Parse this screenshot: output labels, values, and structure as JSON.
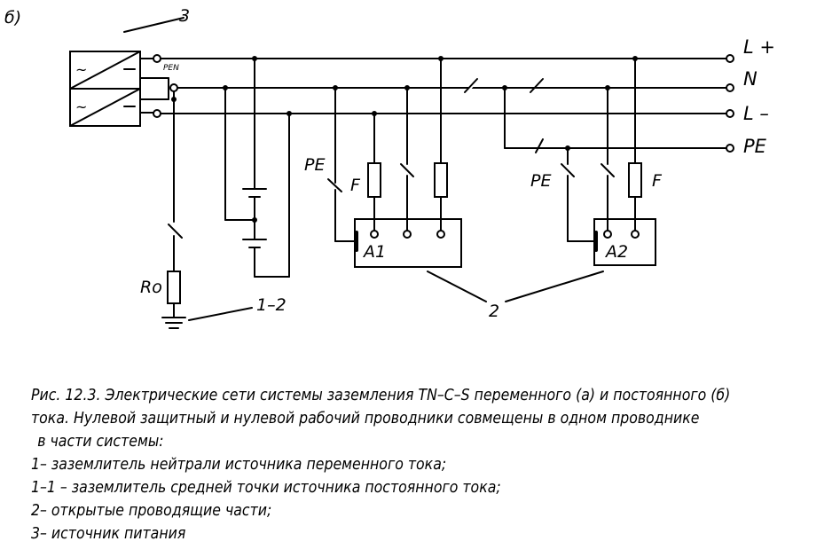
{
  "figure": {
    "part_label": "б)",
    "source_label": "3",
    "pen_label": "PEN",
    "lines": [
      "L +",
      "N",
      "L –",
      "PE"
    ],
    "ground_resistor_label": "Ro",
    "ground_label": "1–2",
    "pe_label_a1": "PE",
    "pe_label_a2": "PE",
    "fuse_label_a1": "F",
    "fuse_label_a2": "F",
    "device_1": "A1",
    "device_2": "A2",
    "exposed_parts_label": "2",
    "source_symbol": "~"
  },
  "caption": {
    "lines": [
      "Рис. 12.3. Электрические сети системы заземления TN–C–S переменного (а) и постоянного (б)",
      "тока. Нулевой защитный и нулевой рабочий проводники совмещены в одном проводнике",
      " в части системы:",
      "1– заземлитель нейтрали источника переменного тока;",
      "1–1 – заземлитель средней точки источника постоянного тока;",
      "2– открытые проводящие части;",
      "3– источник питания"
    ]
  }
}
